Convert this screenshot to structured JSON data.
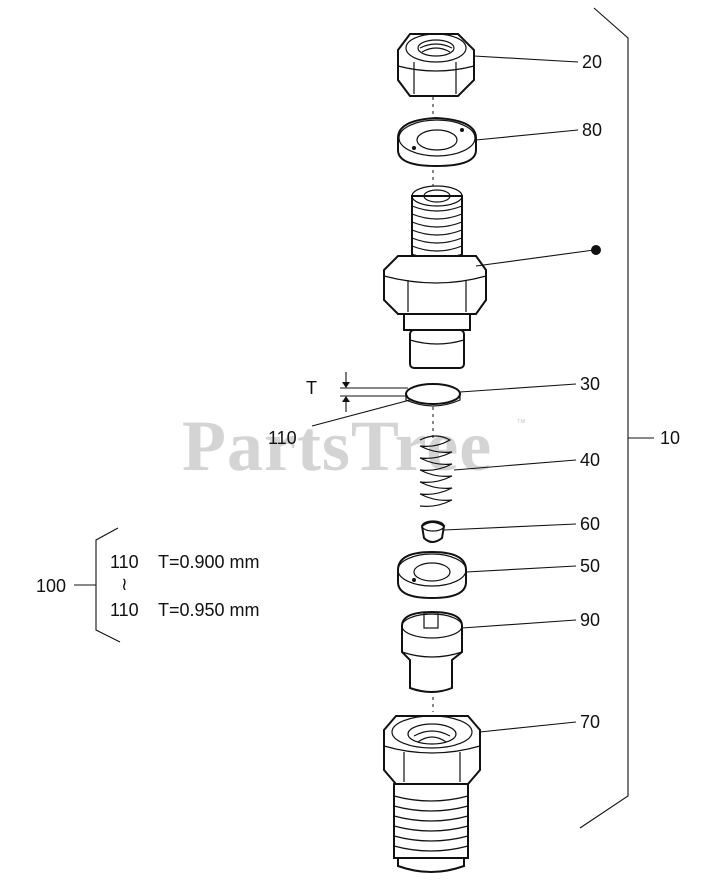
{
  "watermark": {
    "text": "PartsTree",
    "trademark": "™"
  },
  "callouts": {
    "c20": "20",
    "c80": "80",
    "c30": "30",
    "c40": "40",
    "c60": "60",
    "c50": "50",
    "c90": "90",
    "c70": "70",
    "c10": "10",
    "c110": "110",
    "cT": "T",
    "c100": "100"
  },
  "kit_note": {
    "row1_part": "110",
    "row1_spec": "T=0.900 mm",
    "tilde": "≀",
    "row2_part": "110",
    "row2_spec": "T=0.950 mm"
  }
}
